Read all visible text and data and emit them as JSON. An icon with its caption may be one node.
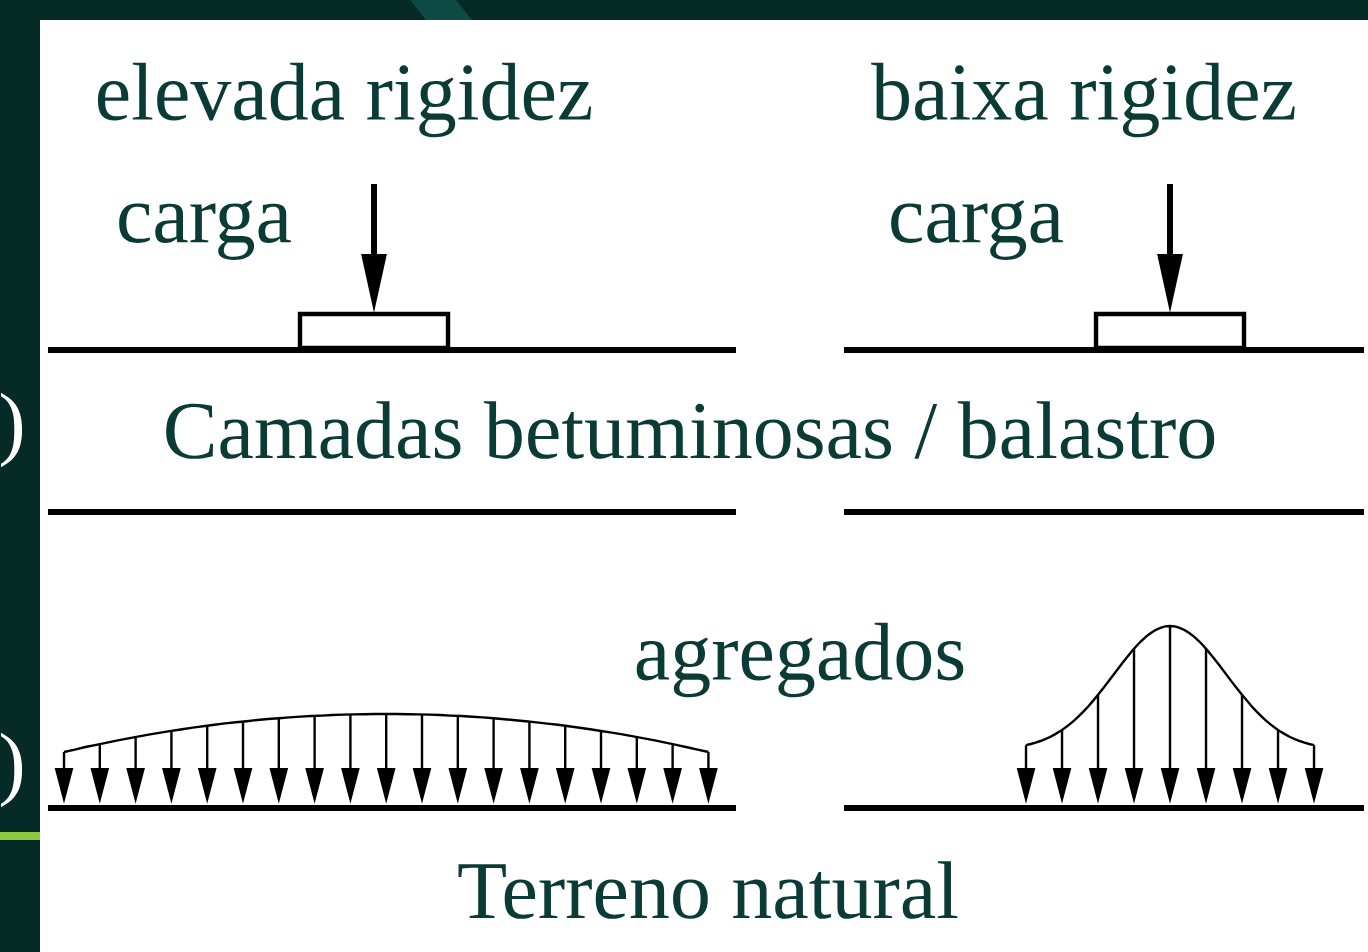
{
  "diagram": {
    "labels": [
      "elevada rigidez",
      "baixa rigidez",
      "carga",
      "carga",
      ")",
      "Camadas betuminosas / balastro",
      "agregados",
      ")",
      "Terreno natural"
    ]
  }
}
